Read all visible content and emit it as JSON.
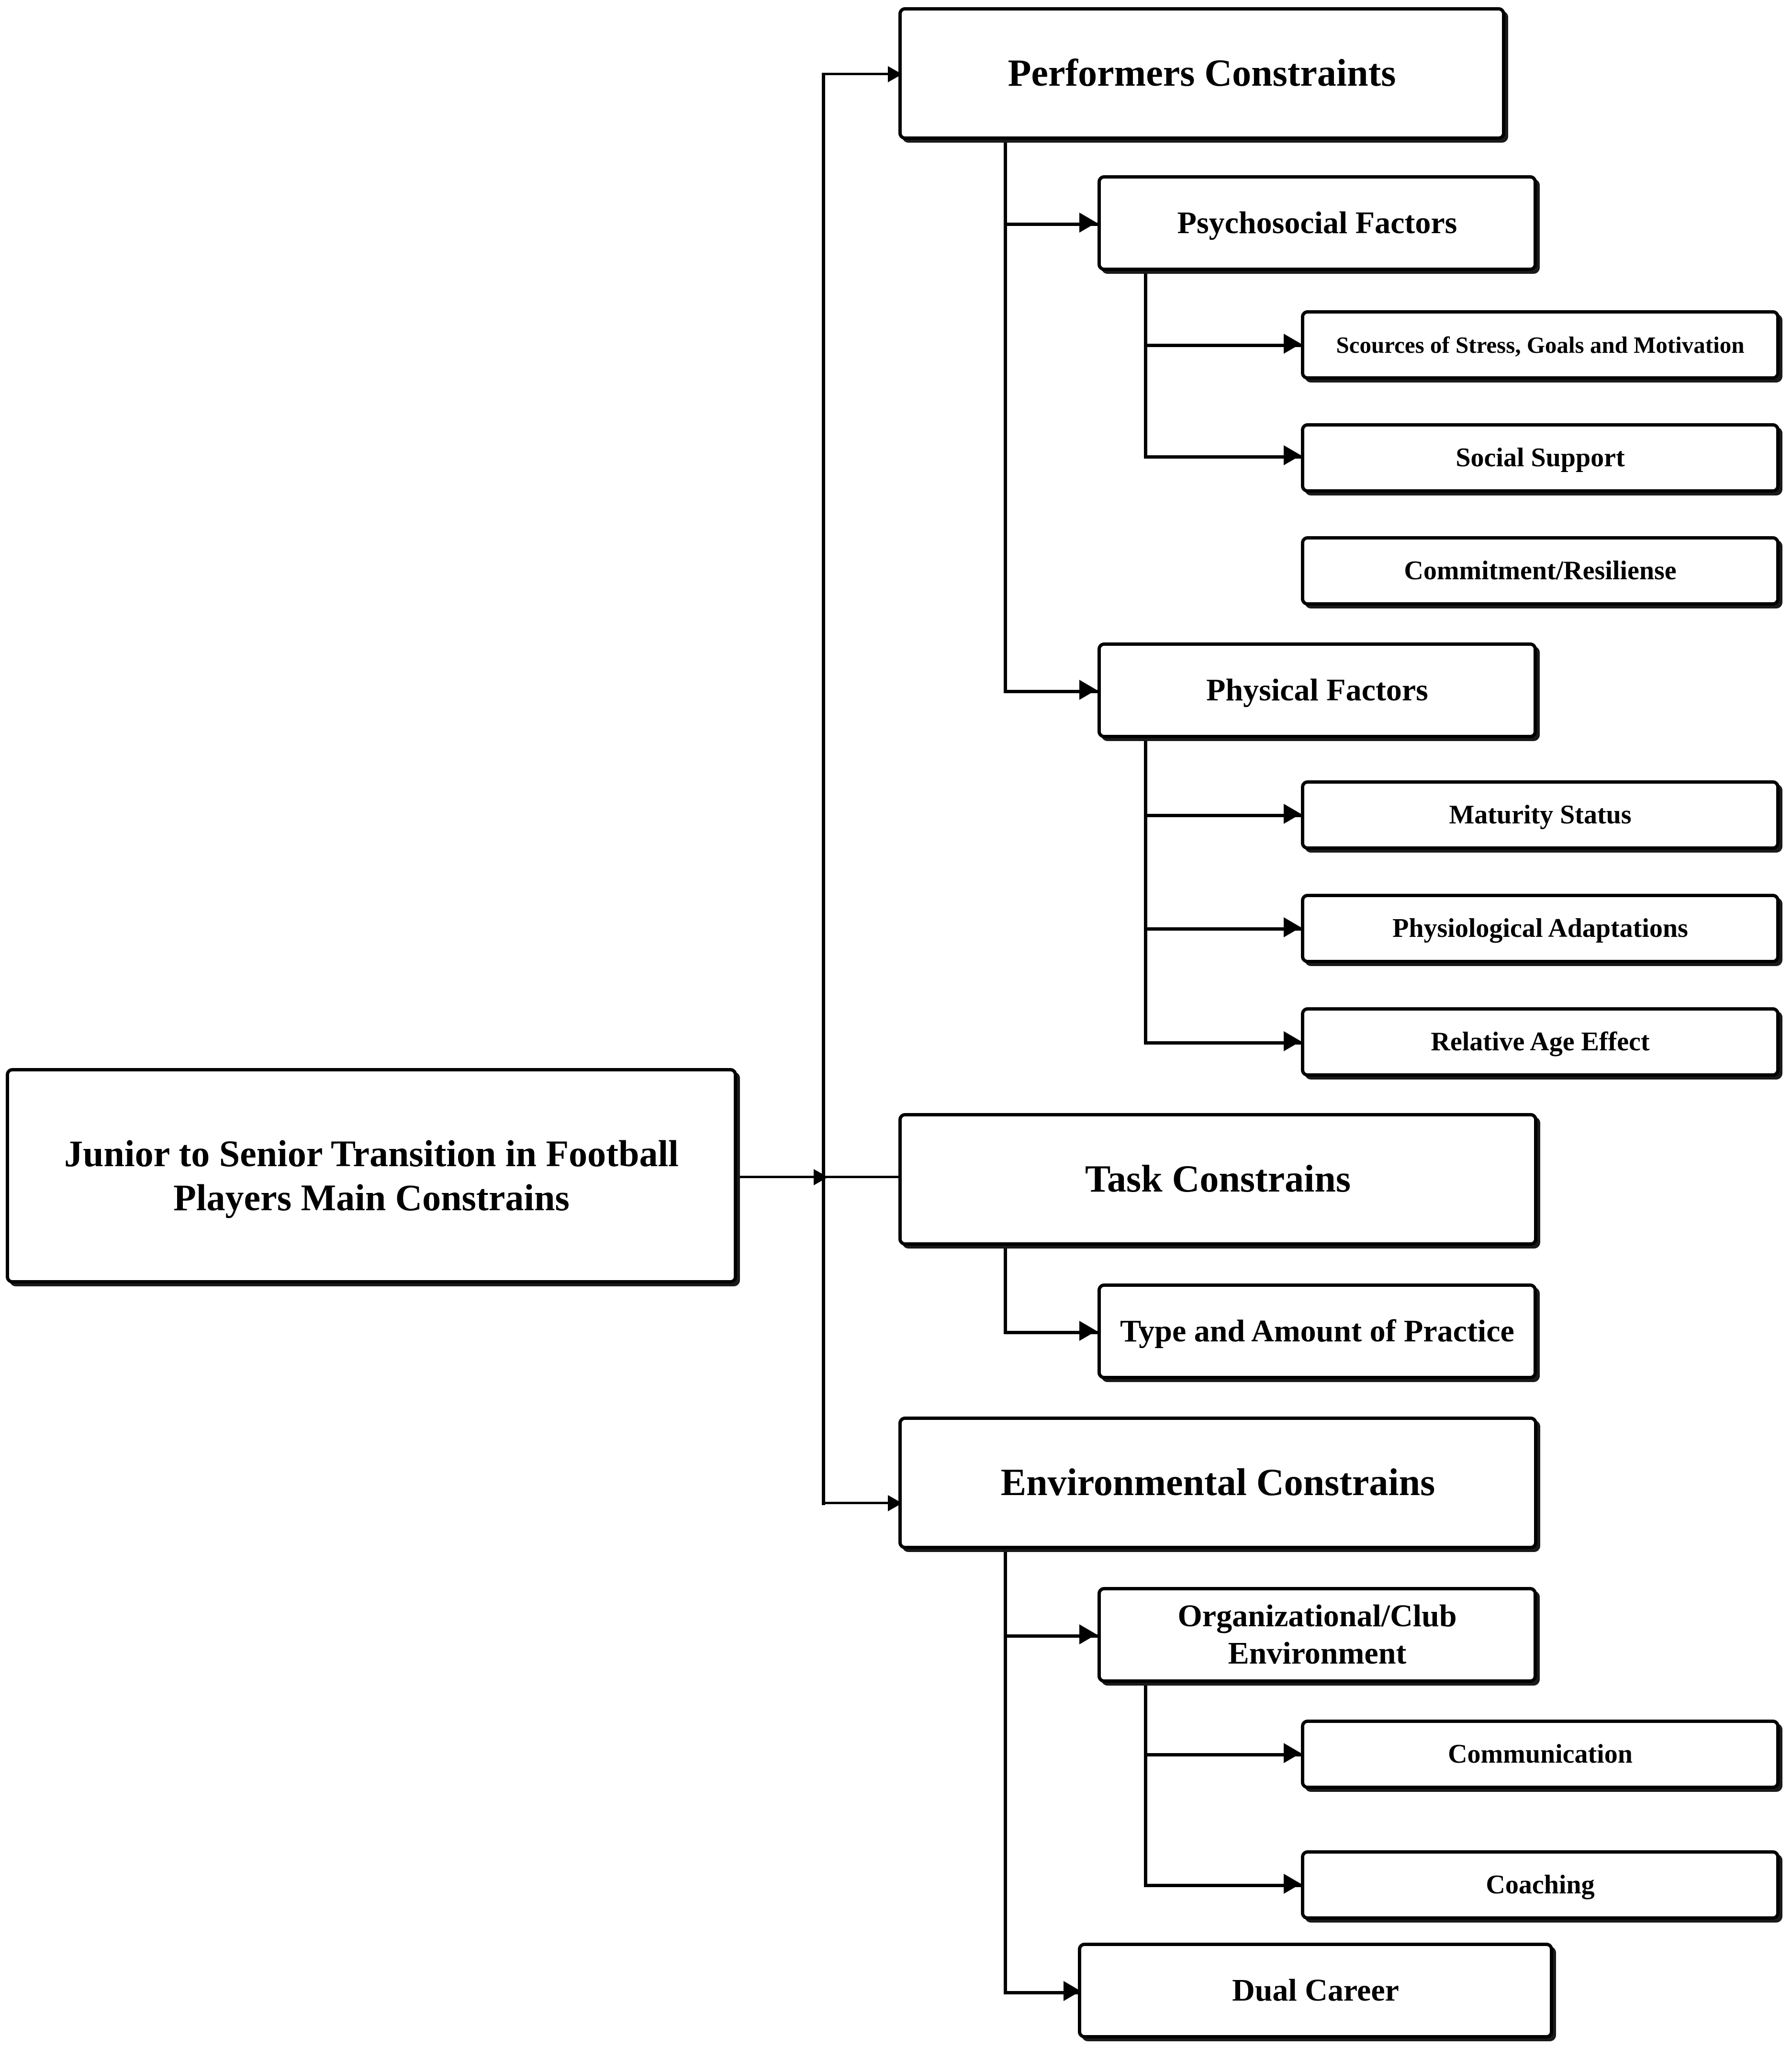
{
  "diagram": {
    "title": "Junior to Senior Transition in Football Players Main Constrains",
    "type": "hierarchical-tree",
    "orientation": "left-to-right",
    "root": {
      "id": "root",
      "label": "Junior to Senior Transition in Football Players Main Constrains",
      "level": 0
    },
    "branches": [
      {
        "id": "performers-constraints",
        "label": "Performers Constraints",
        "level": 1,
        "children": [
          {
            "id": "psychosocial-factors",
            "label": "Psychosocial Factors",
            "level": 2,
            "children": [
              {
                "id": "sources-of-stress",
                "label": "Scources of Stress, Goals and Motivation",
                "level": 3,
                "has_incoming_arrow": true
              },
              {
                "id": "social-support",
                "label": "Social Support",
                "level": 3,
                "has_incoming_arrow": true
              },
              {
                "id": "commitment-resiliense",
                "label": "Commitment/Resiliense",
                "level": 3,
                "has_incoming_arrow": false
              }
            ]
          },
          {
            "id": "physical-factors",
            "label": "Physical Factors",
            "level": 2,
            "children": [
              {
                "id": "maturity-status",
                "label": "Maturity Status",
                "level": 3,
                "has_incoming_arrow": true
              },
              {
                "id": "physiological-adaptations",
                "label": "Physiological Adaptations",
                "level": 3,
                "has_incoming_arrow": true
              },
              {
                "id": "relative-age-effect",
                "label": "Relative Age Effect",
                "level": 3,
                "has_incoming_arrow": true
              }
            ]
          }
        ]
      },
      {
        "id": "task-constrains",
        "label": "Task Constrains",
        "level": 1,
        "children": [
          {
            "id": "type-and-amount-of-practice",
            "label": "Type and Amount of Practice",
            "level": 2,
            "has_incoming_arrow": true
          }
        ]
      },
      {
        "id": "environmental-constrains",
        "label": "Environmental Constrains",
        "level": 1,
        "children": [
          {
            "id": "organizational-club-environment",
            "label": "Organizational/Club Environment",
            "level": 2,
            "children": [
              {
                "id": "communication",
                "label": "Communication",
                "level": 3,
                "has_incoming_arrow": true
              },
              {
                "id": "coaching",
                "label": "Coaching",
                "level": 3,
                "has_incoming_arrow": true
              }
            ]
          },
          {
            "id": "dual-career",
            "label": "Dual Career",
            "level": 2,
            "has_incoming_arrow": true
          }
        ]
      }
    ],
    "colors": {
      "box_border": "#000000",
      "box_fill": "#ffffff",
      "connector": "#000000",
      "text": "#000000",
      "background": "#ffffff"
    }
  }
}
